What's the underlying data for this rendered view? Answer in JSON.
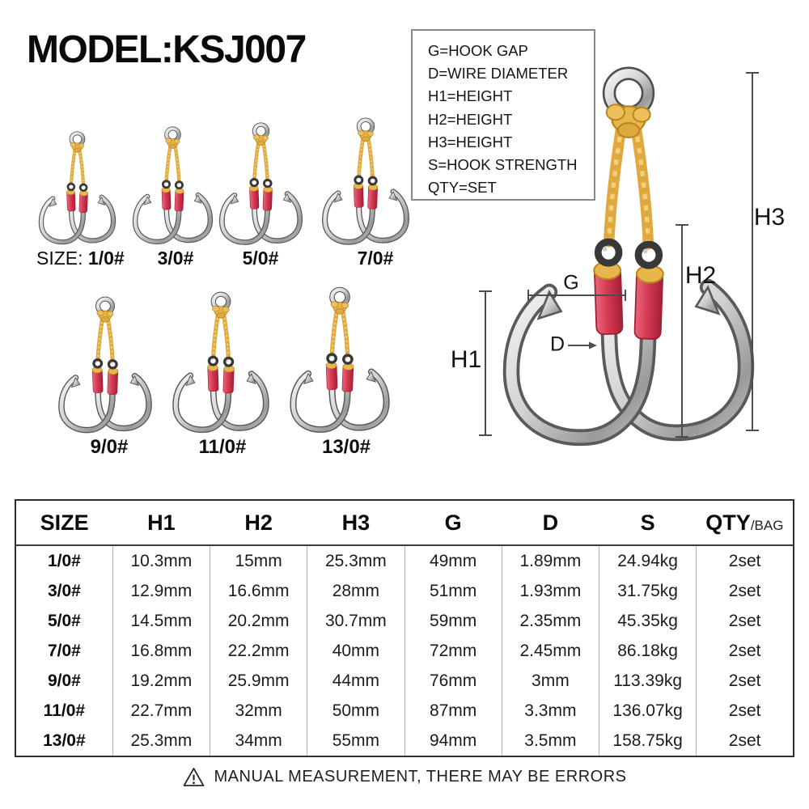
{
  "title": "MODEL:KSJ007",
  "legend": {
    "items": [
      "G=HOOK GAP",
      "D=WIRE DIAMETER",
      "H1=HEIGHT",
      "H2=HEIGHT",
      "H3=HEIGHT",
      "S=HOOK STRENGTH",
      "QTY=SET"
    ]
  },
  "sizes": {
    "size_prefix": "SIZE:",
    "row1": [
      "1/0#",
      "3/0#",
      "5/0#",
      "7/0#"
    ],
    "row2": [
      "9/0#",
      "11/0#",
      "13/0#"
    ]
  },
  "diagram": {
    "labels": {
      "h1": "H1",
      "h2": "H2",
      "h3": "H3",
      "g": "G",
      "d": "D"
    }
  },
  "table": {
    "headers": [
      "SIZE",
      "H1",
      "H2",
      "H3",
      "G",
      "D",
      "S",
      "QTY"
    ],
    "qty_suffix": "/BAG",
    "rows": [
      [
        "1/0#",
        "10.3mm",
        "15mm",
        "25.3mm",
        "49mm",
        "1.89mm",
        "24.94kg",
        "2set"
      ],
      [
        "3/0#",
        "12.9mm",
        "16.6mm",
        "28mm",
        "51mm",
        "1.93mm",
        "31.75kg",
        "2set"
      ],
      [
        "5/0#",
        "14.5mm",
        "20.2mm",
        "30.7mm",
        "59mm",
        "2.35mm",
        "45.35kg",
        "2set"
      ],
      [
        "7/0#",
        "16.8mm",
        "22.2mm",
        "40mm",
        "72mm",
        "2.45mm",
        "86.18kg",
        "2set"
      ],
      [
        "9/0#",
        "19.2mm",
        "25.9mm",
        "44mm",
        "76mm",
        "3mm",
        "113.39kg",
        "2set"
      ],
      [
        "11/0#",
        "22.7mm",
        "32mm",
        "50mm",
        "87mm",
        "3.3mm",
        "136.07kg",
        "2set"
      ],
      [
        "13/0#",
        "25.3mm",
        "34mm",
        "55mm",
        "94mm",
        "3.5mm",
        "158.75kg",
        "2set"
      ]
    ]
  },
  "note": {
    "text": "MANUAL MEASUREMENT, THERE MAY BE ERRORS"
  },
  "colors": {
    "sleeve_red": "#d63a52",
    "cord_yellow": "#e7b64c",
    "hook_metal": "#c9c9c9",
    "measure_line": "#4d4d4d"
  }
}
